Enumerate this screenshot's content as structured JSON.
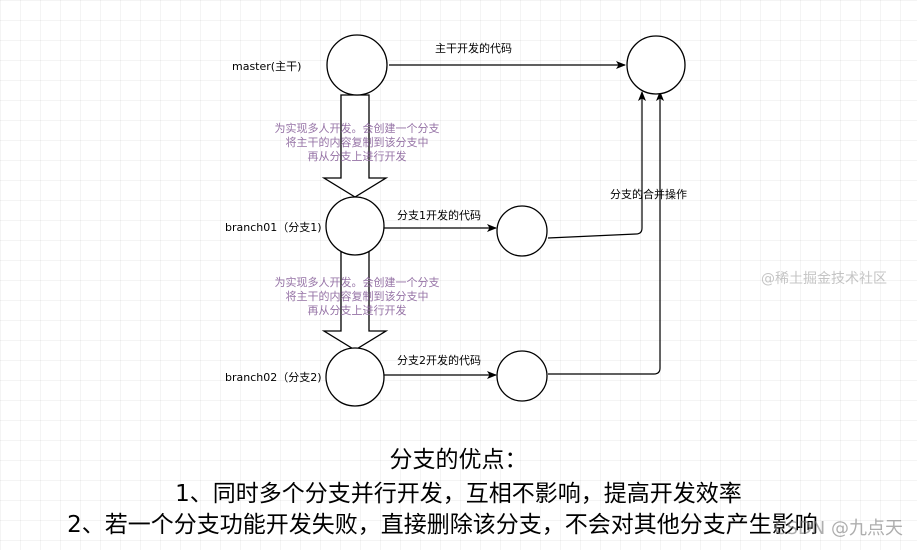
{
  "nodes": {
    "master": "master(主干)",
    "branch01": "branch01（分支1)",
    "branch02": "branch02（分支2)"
  },
  "edges": {
    "master_dev": "主干开发的代码",
    "branch1_dev": "分支1开发的代码",
    "branch2_dev": "分支2开发的代码",
    "merge": "分支的合并操作"
  },
  "notes": [
    {
      "lines": [
        "为实现多人开发。会创建一个分支",
        "将主干的内容复制到该分支中",
        "再从分支上进行开发"
      ]
    },
    {
      "lines": [
        "为实现多人开发。会创建一个分支",
        "将主干的内容复制到该分支中",
        "再从分支上进行开发"
      ]
    }
  ],
  "summary": {
    "title": "分支的优点：",
    "line1": "1、同时多个分支并行开发，互相不影响，提高开发效率",
    "line2": "2、若一个分支功能开发失败，直接删除该分支，不会对其他分支产生影响"
  },
  "watermarks": {
    "top": "@稀土掘金技术社区",
    "bottom": "CSDN @九点天"
  },
  "colors": {
    "stroke": "#000000",
    "note_text": "#9673a6",
    "background": "#ffffff"
  }
}
